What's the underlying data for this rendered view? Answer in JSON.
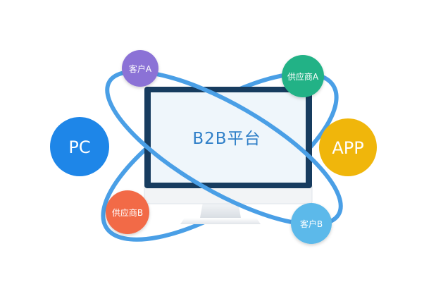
{
  "center": {
    "label": "B2B平台"
  },
  "nodes": {
    "pc": "PC",
    "app": "APP",
    "customer_a": "客户A",
    "supplier_a": "供应商A",
    "supplier_b": "供应商B",
    "customer_b": "客户B"
  },
  "colors": {
    "orbit": "#4a9fe6",
    "monitor_frame": "#173c5f",
    "screen": "#eff6fb",
    "pc": "#1e86e8",
    "app": "#f0b60b",
    "customer_a": "#8b72d6",
    "supplier_a": "#24b286",
    "supplier_b": "#f26b47",
    "customer_b": "#5cb9ea"
  }
}
